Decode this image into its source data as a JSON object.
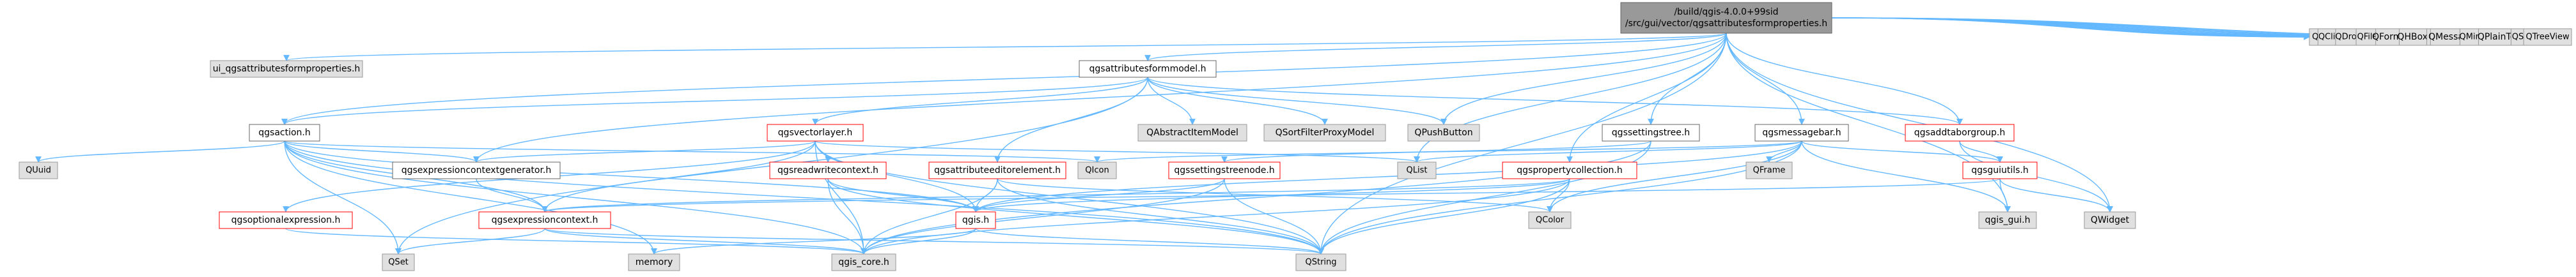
{
  "diagram": {
    "nodes": [
      {
        "id": "root",
        "lines": [
          "/build/qgis-4.0.0+99sid",
          "/src/gui/vector/qgsattributesformproperties.h"
        ],
        "kind": "root"
      },
      {
        "id": "ui_props",
        "lines": [
          "ui_qgsattributesformproperties.h"
        ],
        "kind": "external"
      },
      {
        "id": "qgsaction",
        "lines": [
          "qgsaction.h"
        ],
        "kind": "file"
      },
      {
        "id": "formmodel",
        "lines": [
          "qgsattributesformmodel.h"
        ],
        "kind": "file"
      },
      {
        "id": "vectorlayer",
        "lines": [
          "qgsvectorlayer.h"
        ],
        "kind": "ref"
      },
      {
        "id": "QAbstractItemModel",
        "lines": [
          "QAbstractItemModel"
        ],
        "kind": "external"
      },
      {
        "id": "QSortFilterProxyModel",
        "lines": [
          "QSortFilterProxyModel"
        ],
        "kind": "external"
      },
      {
        "id": "QPushButton",
        "lines": [
          "QPushButton"
        ],
        "kind": "external"
      },
      {
        "id": "settingstree",
        "lines": [
          "qgssettingstree.h"
        ],
        "kind": "file"
      },
      {
        "id": "messagebar",
        "lines": [
          "qgsmessagebar.h"
        ],
        "kind": "file"
      },
      {
        "id": "addtabor",
        "lines": [
          "qgsaddtaborgroup.h"
        ],
        "kind": "ref"
      },
      {
        "id": "QUuid",
        "lines": [
          "QUuid"
        ],
        "kind": "external"
      },
      {
        "id": "exprctxgen",
        "lines": [
          "qgsexpressioncontextgenerator.h"
        ],
        "kind": "file"
      },
      {
        "id": "readwritectx",
        "lines": [
          "qgsreadwritecontext.h"
        ],
        "kind": "ref"
      },
      {
        "id": "QIcon",
        "lines": [
          "QIcon"
        ],
        "kind": "external"
      },
      {
        "id": "attreditelem",
        "lines": [
          "qgsattributeeditorelement.h"
        ],
        "kind": "ref"
      },
      {
        "id": "settingstreenode",
        "lines": [
          "qgssettingstreenode.h"
        ],
        "kind": "ref"
      },
      {
        "id": "QList",
        "lines": [
          "QList"
        ],
        "kind": "external"
      },
      {
        "id": "propcoll",
        "lines": [
          "qgspropertycollection.h"
        ],
        "kind": "ref"
      },
      {
        "id": "QFrame",
        "lines": [
          "QFrame"
        ],
        "kind": "external"
      },
      {
        "id": "guiutils",
        "lines": [
          "qgsguiutils.h"
        ],
        "kind": "ref"
      },
      {
        "id": "optexpr",
        "lines": [
          "qgsoptionalexpression.h"
        ],
        "kind": "ref"
      },
      {
        "id": "exprctx",
        "lines": [
          "qgsexpressioncontext.h"
        ],
        "kind": "ref"
      },
      {
        "id": "qgis",
        "lines": [
          "qgis.h"
        ],
        "kind": "ref"
      },
      {
        "id": "QColor",
        "lines": [
          "QColor"
        ],
        "kind": "external"
      },
      {
        "id": "qgis_gui",
        "lines": [
          "qgis_gui.h"
        ],
        "kind": "external"
      },
      {
        "id": "QWidget",
        "lines": [
          "QWidget"
        ],
        "kind": "external"
      },
      {
        "id": "QSet",
        "lines": [
          "QSet"
        ],
        "kind": "external"
      },
      {
        "id": "memory",
        "lines": [
          "memory"
        ],
        "kind": "external"
      },
      {
        "id": "qgis_core",
        "lines": [
          "qgis_core.h"
        ],
        "kind": "external"
      },
      {
        "id": "QString",
        "lines": [
          "QString"
        ],
        "kind": "external"
      },
      {
        "id": "QAction",
        "lines": [
          "QAction"
        ],
        "kind": "external"
      },
      {
        "id": "QClipboard",
        "lines": [
          "QClipboard"
        ],
        "kind": "external"
      },
      {
        "id": "QDropEvent",
        "lines": [
          "QDropEvent"
        ],
        "kind": "external"
      },
      {
        "id": "QFileDialog",
        "lines": [
          "QFileDialog"
        ],
        "kind": "external"
      },
      {
        "id": "QFormLayout",
        "lines": [
          "QFormLayout"
        ],
        "kind": "external"
      },
      {
        "id": "QHBoxLayout",
        "lines": [
          "QHBoxLayout"
        ],
        "kind": "external"
      },
      {
        "id": "QMenu",
        "lines": [
          "QMenu"
        ],
        "kind": "external"
      },
      {
        "id": "QMessageBox",
        "lines": [
          "QMessageBox"
        ],
        "kind": "external"
      },
      {
        "id": "QMimeData",
        "lines": [
          "QMimeData"
        ],
        "kind": "external"
      },
      {
        "id": "QPlainTextEdit",
        "lines": [
          "QPlainTextEdit"
        ],
        "kind": "external"
      },
      {
        "id": "QSpinBox",
        "lines": [
          "QSpinBox"
        ],
        "kind": "external"
      },
      {
        "id": "QTreeView",
        "lines": [
          "QTreeView"
        ],
        "kind": "external"
      }
    ],
    "edges": [
      [
        "root",
        "ui_props"
      ],
      [
        "root",
        "qgsaction"
      ],
      [
        "root",
        "formmodel"
      ],
      [
        "root",
        "settingstree"
      ],
      [
        "root",
        "messagebar"
      ],
      [
        "root",
        "addtabor"
      ],
      [
        "root",
        "QPushButton"
      ],
      [
        "root",
        "exprctxgen"
      ],
      [
        "root",
        "QList"
      ],
      [
        "root",
        "propcoll"
      ],
      [
        "root",
        "qgis_gui"
      ],
      [
        "root",
        "QWidget"
      ],
      [
        "root",
        "QString"
      ],
      [
        "root",
        "QAction"
      ],
      [
        "root",
        "QClipboard"
      ],
      [
        "root",
        "QDropEvent"
      ],
      [
        "root",
        "QFileDialog"
      ],
      [
        "root",
        "QFormLayout"
      ],
      [
        "root",
        "QHBoxLayout"
      ],
      [
        "root",
        "QMenu"
      ],
      [
        "root",
        "QMessageBox"
      ],
      [
        "root",
        "QMimeData"
      ],
      [
        "root",
        "QPlainTextEdit"
      ],
      [
        "root",
        "QSpinBox"
      ],
      [
        "root",
        "QTreeView"
      ],
      [
        "qgsaction",
        "QUuid"
      ],
      [
        "qgsaction",
        "exprctxgen"
      ],
      [
        "qgsaction",
        "exprctx"
      ],
      [
        "qgsaction",
        "qgis_core"
      ],
      [
        "qgsaction",
        "QSet"
      ],
      [
        "qgsaction",
        "memory"
      ],
      [
        "qgsaction",
        "QString"
      ],
      [
        "qgsaction",
        "QIcon"
      ],
      [
        "qgsaction",
        "qgis"
      ],
      [
        "formmodel",
        "qgsaction"
      ],
      [
        "formmodel",
        "vectorlayer"
      ],
      [
        "formmodel",
        "QAbstractItemModel"
      ],
      [
        "formmodel",
        "QSortFilterProxyModel"
      ],
      [
        "formmodel",
        "QPushButton"
      ],
      [
        "formmodel",
        "attreditelem"
      ],
      [
        "formmodel",
        "addtabor"
      ],
      [
        "formmodel",
        "QSet"
      ],
      [
        "vectorlayer",
        "exprctxgen"
      ],
      [
        "vectorlayer",
        "readwritectx"
      ],
      [
        "vectorlayer",
        "optexpr"
      ],
      [
        "vectorlayer",
        "exprctx"
      ],
      [
        "vectorlayer",
        "qgis"
      ],
      [
        "vectorlayer",
        "qgis_core"
      ],
      [
        "vectorlayer",
        "QString"
      ],
      [
        "vectorlayer",
        "QList"
      ],
      [
        "exprctxgen",
        "exprctx"
      ],
      [
        "readwritectx",
        "qgis"
      ],
      [
        "readwritectx",
        "qgis_core"
      ],
      [
        "readwritectx",
        "QString"
      ],
      [
        "attreditelem",
        "qgis"
      ],
      [
        "attreditelem",
        "qgis_core"
      ],
      [
        "attreditelem",
        "QColor"
      ],
      [
        "attreditelem",
        "QString"
      ],
      [
        "settingstree",
        "settingstreenode"
      ],
      [
        "settingstree",
        "qgis_core"
      ],
      [
        "settingstree",
        "QString"
      ],
      [
        "settingstreenode",
        "qgis"
      ],
      [
        "settingstreenode",
        "qgis_core"
      ],
      [
        "settingstreenode",
        "QString"
      ],
      [
        "messagebar",
        "QFrame"
      ],
      [
        "messagebar",
        "QList"
      ],
      [
        "messagebar",
        "qgis_gui"
      ],
      [
        "messagebar",
        "guiutils"
      ],
      [
        "messagebar",
        "QString"
      ],
      [
        "messagebar",
        "QColor"
      ],
      [
        "messagebar",
        "QIcon"
      ],
      [
        "messagebar",
        "qgis"
      ],
      [
        "addtabor",
        "guiutils"
      ],
      [
        "addtabor",
        "QWidget"
      ],
      [
        "guiutils",
        "qgis_gui"
      ],
      [
        "guiutils",
        "QWidget"
      ],
      [
        "guiutils",
        "exprctx"
      ],
      [
        "propcoll",
        "qgis"
      ],
      [
        "propcoll",
        "qgis_core"
      ],
      [
        "propcoll",
        "QColor"
      ],
      [
        "propcoll",
        "QString"
      ],
      [
        "propcoll",
        "exprctx"
      ],
      [
        "optexpr",
        "qgis_core"
      ],
      [
        "exprctx",
        "QSet"
      ],
      [
        "exprctx",
        "qgis_core"
      ],
      [
        "exprctx",
        "QString"
      ],
      [
        "qgis",
        "memory"
      ],
      [
        "qgis",
        "qgis_core"
      ],
      [
        "qgis",
        "QString"
      ]
    ]
  },
  "colors": {
    "root_fill": "#999999",
    "root_stroke": "#666666",
    "file_fill": "#ffffff",
    "file_stroke": "#666666",
    "ref_fill": "#ffffff",
    "ref_stroke": "#ff0000",
    "external_fill": "#e0e0e0",
    "external_stroke": "#999999",
    "edge": "#63b8ff"
  }
}
